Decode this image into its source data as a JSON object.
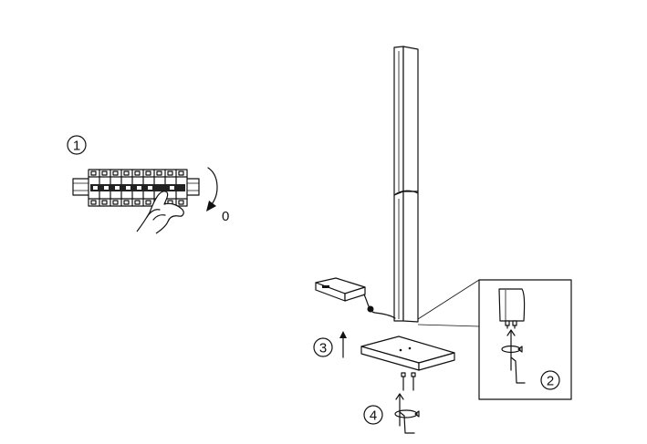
{
  "steps": {
    "step1": "1",
    "step2": "2",
    "step3": "3",
    "step4": "4"
  },
  "breaker": {
    "off_label": "0"
  },
  "colors": {
    "line": "#111111",
    "background": "#ffffff"
  }
}
